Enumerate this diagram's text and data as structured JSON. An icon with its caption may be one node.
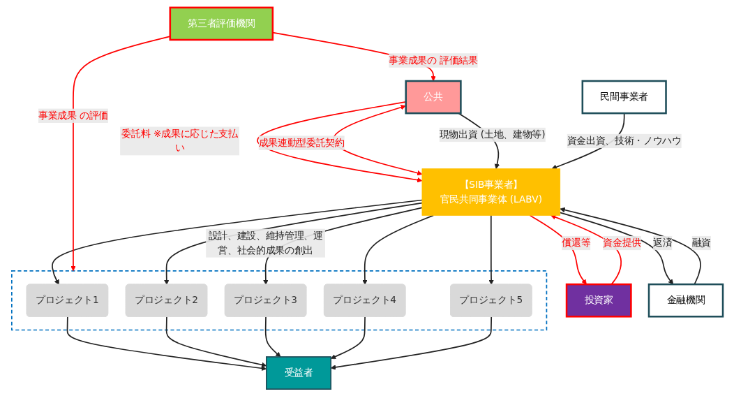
{
  "diagram": {
    "nodes": [
      {
        "text": [
          "第三者評価機関"
        ]
      },
      {
        "text": [
          "公共"
        ]
      },
      {
        "text": [
          "【SIB事業者】",
          "官民共同事業体 (LABV)"
        ]
      },
      {
        "text": [
          "投資家"
        ]
      },
      {
        "text": [
          "金融機関"
        ]
      },
      {
        "text": [
          "民間事業者"
        ]
      },
      {
        "text": [],
        "shape": "box"
      },
      {
        "text": [
          "プロジェクト1"
        ],
        "in": 6
      },
      {
        "text": [
          "プロジェクト2"
        ],
        "in": 6
      },
      {
        "text": [
          "プロジェクト3"
        ],
        "in": 6
      },
      {
        "text": [
          "プロジェクト4"
        ],
        "in": 6
      },
      {
        "text": [
          "プロジェクト5"
        ],
        "in": 6
      },
      {
        "text": [
          "受益者"
        ]
      }
    ],
    "edges": [
      {
        "from": 0,
        "to": 1,
        "arrow": "to",
        "label": "事業成果の 評価結果",
        "color": "#ff0000"
      },
      {
        "from": 0,
        "to": 6,
        "arrow": "to",
        "label": "事業成果 の評価",
        "color": "#ff0000"
      },
      {
        "from": 1,
        "to": 2,
        "arrow": "to",
        "label": "委託料 ※成果に応じた支払い",
        "color": "#ff0000"
      },
      {
        "from": 1,
        "to": 2,
        "arrow": "both",
        "label": "成果連動型委託契約",
        "color": "#ff0000"
      },
      {
        "from": 1,
        "to": 2,
        "arrow": "to",
        "label": "現物出資 (土地、建物等)"
      },
      {
        "from": 3,
        "to": 2,
        "arrow": "to",
        "label": "資金提供",
        "color": "#ff0000"
      },
      {
        "from": 2,
        "to": 3,
        "arrow": "to",
        "label": "償還等",
        "color": "#ff0000"
      },
      {
        "from": 4,
        "to": 2,
        "arrow": "to",
        "label": "融資"
      },
      {
        "from": 2,
        "to": 4,
        "arrow": "to",
        "label": "返済"
      },
      {
        "from": 5,
        "to": 2,
        "arrow": "to",
        "label": "資金出資、技術・ノウハウ"
      },
      {
        "from": 2,
        "to": 7,
        "arrow": "to"
      },
      {
        "from": 2,
        "to": 8,
        "arrow": "to"
      },
      {
        "from": 2,
        "to": 9,
        "arrow": "to",
        "label": "設計、建設、維持管理、運営、社会的成果の創出"
      },
      {
        "from": 2,
        "to": 10,
        "arrow": "to"
      },
      {
        "from": 2,
        "to": 11,
        "arrow": "to"
      },
      {
        "from": 7,
        "to": 12,
        "arrow": "to"
      },
      {
        "from": 8,
        "to": 12,
        "arrow": "to"
      },
      {
        "from": 9,
        "to": 12,
        "arrow": "to"
      },
      {
        "from": 10,
        "to": 12,
        "arrow": "to"
      },
      {
        "from": 11,
        "to": 12,
        "arrow": "to"
      }
    ]
  }
}
